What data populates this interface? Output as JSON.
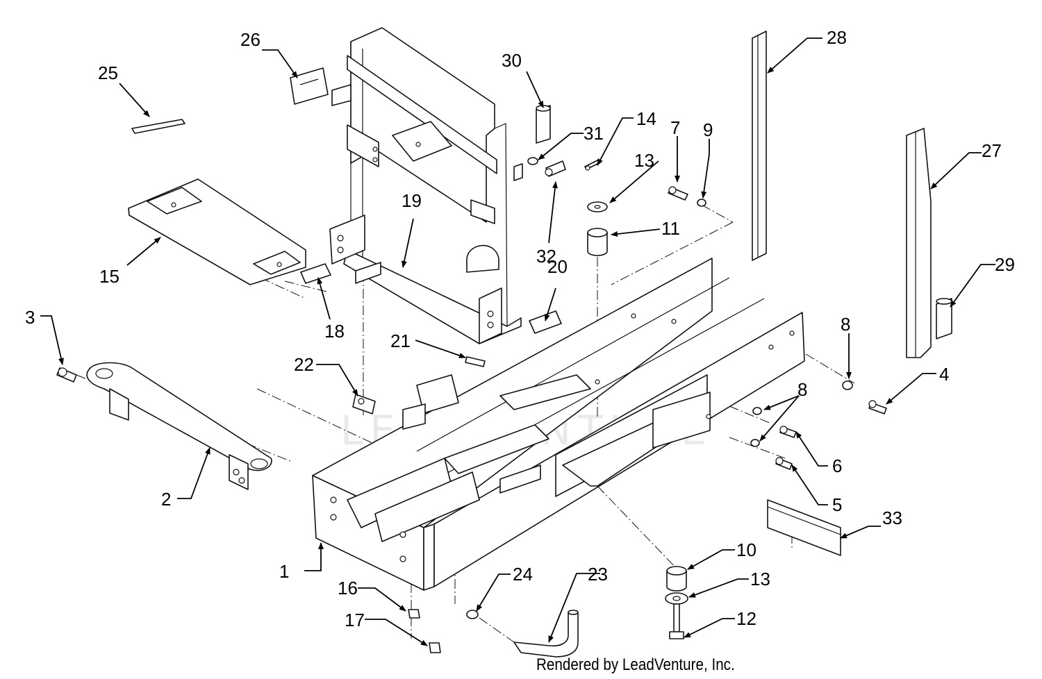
{
  "watermark_text": "LEADVENTURE",
  "footer_credit": "Rendered by LeadVenture, Inc.",
  "callouts": [
    "1",
    "2",
    "3",
    "4",
    "5",
    "6",
    "7",
    "8",
    "8",
    "8",
    "9",
    "10",
    "11",
    "12",
    "13",
    "13",
    "14",
    "15",
    "16",
    "17",
    "18",
    "19",
    "20",
    "21",
    "22",
    "23",
    "24",
    "25",
    "26",
    "27",
    "28",
    "29",
    "30",
    "31",
    "32",
    "33"
  ]
}
